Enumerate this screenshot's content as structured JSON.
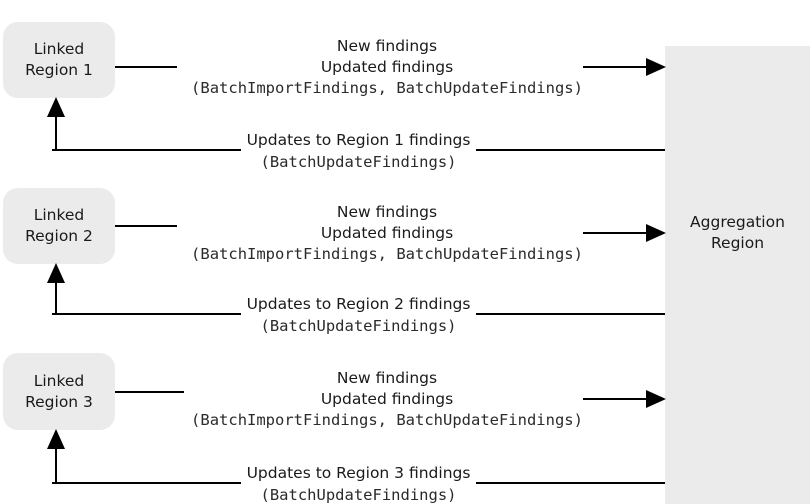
{
  "diagram": {
    "linked_regions": [
      {
        "line1": "Linked",
        "line2": "Region 1"
      },
      {
        "line1": "Linked",
        "line2": "Region 2"
      },
      {
        "line1": "Linked",
        "line2": "Region 3"
      }
    ],
    "aggregation_region": {
      "line1": "Aggregation",
      "line2": "Region"
    },
    "forward_flows": [
      {
        "line1": "New findings",
        "line2": "Updated findings",
        "code": "(BatchImportFindings, BatchUpdateFindings)"
      },
      {
        "line1": "New findings",
        "line2": "Updated findings",
        "code": "(BatchImportFindings, BatchUpdateFindings)"
      },
      {
        "line1": "New findings",
        "line2": "Updated findings",
        "code": "(BatchImportFindings, BatchUpdateFindings)"
      }
    ],
    "return_flows": [
      {
        "title": "Updates to Region 1 findings",
        "code": "(BatchUpdateFindings)"
      },
      {
        "title": "Updates to Region 2 findings",
        "code": "(BatchUpdateFindings)"
      },
      {
        "title": "Updates to Region 3 findings",
        "code": "(BatchUpdateFindings)"
      }
    ],
    "colors": {
      "box_fill": "#ebebeb",
      "line": "#000000",
      "text": "#1a1a1a"
    }
  }
}
